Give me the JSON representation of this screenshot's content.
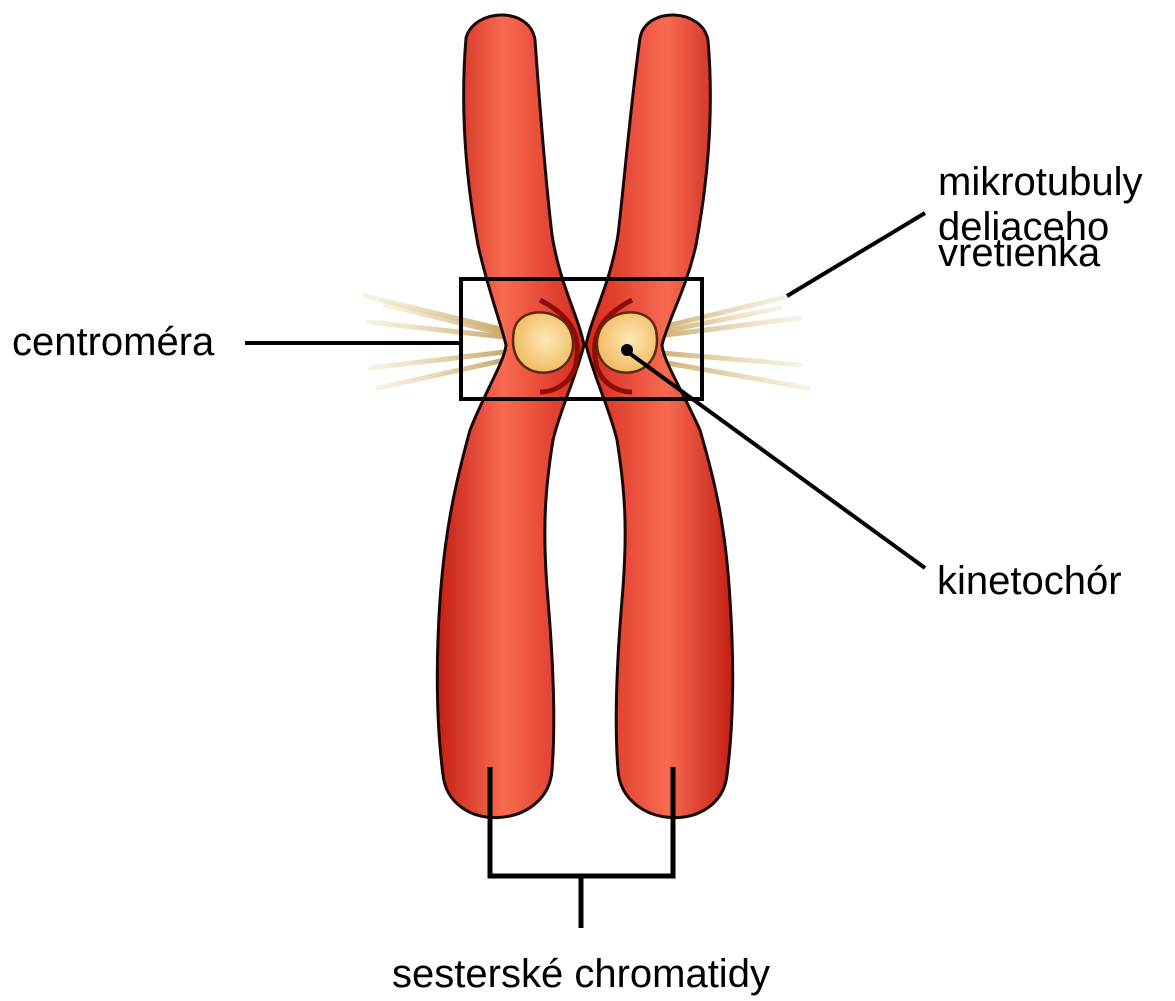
{
  "labels": {
    "centromere": "centroméra",
    "microtubules": [
      "mikrotubuly",
      "deliaceho",
      "vretienka"
    ],
    "kinetochore": "kinetochór",
    "sister_chromatids": "sesterské chromatidy"
  },
  "colors": {
    "chromatid_fill": "#EE3B2E",
    "chromatid_highlight": "#F86A52",
    "chromatid_shadow": "#C41F14",
    "chromatid_outline": "#1A0806",
    "kinetochore_fill": "#F6C470",
    "kinetochore_center": "#FBE0A8",
    "microtubule": "#D7BC85",
    "line": "#000000"
  }
}
